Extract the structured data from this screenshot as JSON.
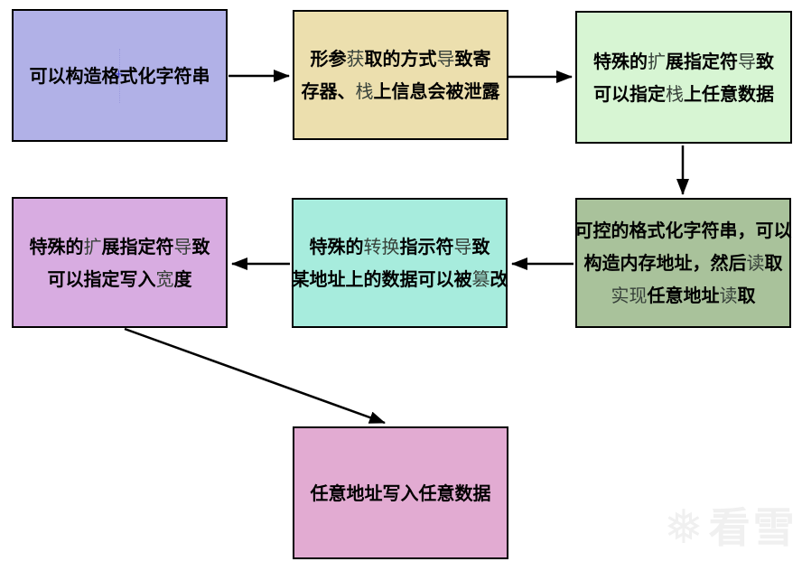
{
  "diagram": {
    "topic": "format-string-vulnerability-flow",
    "boxes": [
      {
        "id": "construct-format-string",
        "bg": "#b1b1e7",
        "lines": [
          [
            {
              "t": "可以构造格式化字符串"
            }
          ]
        ]
      },
      {
        "id": "param-fetch-leak",
        "bg": "#ecdfae",
        "lines": [
          [
            {
              "t": "形参"
            },
            {
              "t": "获",
              "l": 1
            },
            {
              "t": "取的方式"
            },
            {
              "t": "导",
              "l": 1
            },
            {
              "t": "致寄"
            }
          ],
          [
            {
              "t": "存器、"
            },
            {
              "t": "栈",
              "l": 1
            },
            {
              "t": "上信息会被泄露"
            }
          ]
        ]
      },
      {
        "id": "specifier-stack-data",
        "bg": "#d7f5d3",
        "lines": [
          [
            {
              "t": "特殊的"
            },
            {
              "t": "扩",
              "l": 1
            },
            {
              "t": "展指定符"
            },
            {
              "t": "导",
              "l": 1
            },
            {
              "t": "致"
            }
          ],
          [
            {
              "t": "可以指定"
            },
            {
              "t": "栈",
              "l": 1
            },
            {
              "t": "上任意数据"
            }
          ]
        ]
      },
      {
        "id": "arbitrary-address-read",
        "bg": "#a9c29b",
        "lines": [
          [
            {
              "t": "可控的格式化字符串，可以"
            }
          ],
          [
            {
              "t": "构造内存地址，然后"
            },
            {
              "t": "读",
              "l": 1
            },
            {
              "t": "取"
            }
          ],
          [
            {
              "t": "实现",
              "l": 1
            },
            {
              "t": "任意地址"
            },
            {
              "t": "读",
              "l": 1
            },
            {
              "t": "取"
            }
          ]
        ]
      },
      {
        "id": "conversion-tamper",
        "bg": "#a7ecdd",
        "lines": [
          [
            {
              "t": "特殊的"
            },
            {
              "t": "转换",
              "l": 1
            },
            {
              "t": "指示符"
            },
            {
              "t": "导",
              "l": 1
            },
            {
              "t": "致"
            }
          ],
          [
            {
              "t": "某地址上的数据可以被"
            },
            {
              "t": "篡",
              "l": 1
            },
            {
              "t": "改"
            }
          ]
        ]
      },
      {
        "id": "write-width",
        "bg": "#d8ace1",
        "lines": [
          [
            {
              "t": "特殊的"
            },
            {
              "t": "扩",
              "l": 1
            },
            {
              "t": "展指定符"
            },
            {
              "t": "导",
              "l": 1
            },
            {
              "t": "致"
            }
          ],
          [
            {
              "t": "可以指定写入"
            },
            {
              "t": "宽",
              "l": 1
            },
            {
              "t": "度"
            }
          ]
        ]
      },
      {
        "id": "arbitrary-write",
        "bg": "#e2abd2",
        "lines": [
          [
            {
              "t": "任意地址写入任意数据"
            }
          ]
        ]
      }
    ],
    "edges": [
      {
        "from": "construct-format-string",
        "to": "param-fetch-leak"
      },
      {
        "from": "param-fetch-leak",
        "to": "specifier-stack-data"
      },
      {
        "from": "specifier-stack-data",
        "to": "arbitrary-address-read"
      },
      {
        "from": "arbitrary-address-read",
        "to": "conversion-tamper"
      },
      {
        "from": "conversion-tamper",
        "to": "write-width"
      },
      {
        "from": "write-width",
        "to": "arbitrary-write"
      }
    ],
    "arrow_color": "#000000"
  },
  "watermark": {
    "icon": "snowflake-icon",
    "icon_glyph": "❅",
    "text": "看雪",
    "color": "#f0f0f0"
  }
}
